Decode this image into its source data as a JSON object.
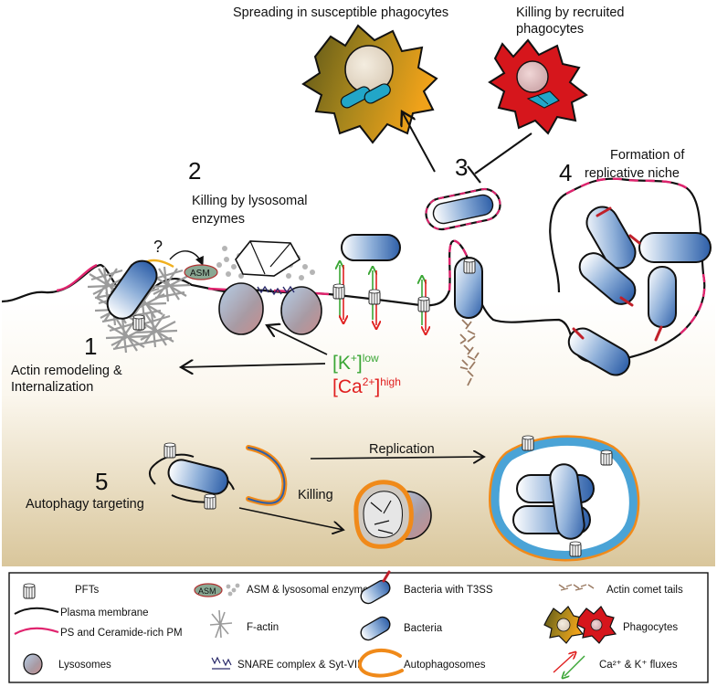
{
  "labels": {
    "spreading": "Spreading in susceptible phagocytes",
    "killing_recruited_1": "Killing by recruited",
    "killing_recruited_2": "phagocytes",
    "killing_lysosomal_1": "Killing by lysosomal",
    "killing_lysosomal_2": "enzymes",
    "replicative_1": "Formation of",
    "replicative_2": "replicative niche",
    "actin_1": "Actin remodeling &",
    "actin_2": "Internalization",
    "question": "?",
    "asm_tag": "ASM",
    "k_ion": "[K",
    "k_sup": "+",
    "k_tail": "]",
    "k_level": "low",
    "ca_ion": "[Ca",
    "ca_sup": "2+",
    "ca_tail": "]",
    "ca_level": "high",
    "autophagy": "Autophagy targeting",
    "replication": "Replication",
    "killing": "Killing"
  },
  "steps": {
    "s1": "1",
    "s2": "2",
    "s3": "3",
    "s4": "4",
    "s5": "5"
  },
  "legend": {
    "pfts": "PFTs",
    "asm_badge": "ASM",
    "asm_enzymes": "ASM & lysosomal enzymes",
    "t3ss": "Bacteria with T3SS",
    "comet": "Actin comet tails",
    "plasma": "Plasma membrane",
    "ps_ceramide": "PS and Ceramide-rich PM",
    "factin": "F-actin",
    "bacteria": "Bacteria",
    "phagocytes": "Phagocytes",
    "lysosomes": "Lysosomes",
    "snare": "SNARE complex & Syt-VII",
    "autophagosomes": "Autophagosomes",
    "fluxes": "Ca²⁺ & K⁺ fluxes"
  },
  "colors": {
    "membrane": "#111111",
    "ps_ceramide": "#e0246e",
    "bacteria_fill": "#2e5fa8",
    "potassium": "#3aa635",
    "calcium": "#e02020",
    "autophago_outer": "#f08a1a",
    "autophago_inner": "#4aa3d6",
    "phagocyte_recruited": "#d6161c",
    "phagocyte_susceptible": "#e0a020",
    "comet": "#9a7a62",
    "factin": "#9b9b9b"
  }
}
